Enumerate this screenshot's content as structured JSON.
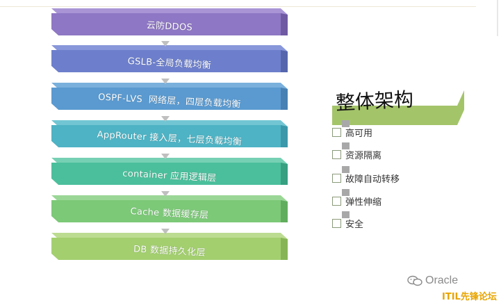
{
  "layers": [
    {
      "label": "云防DDOS",
      "front": "#8e77c4",
      "top": "#a995d6",
      "side": "#6f5aa3"
    },
    {
      "label": "GSLB-全局负载均衡",
      "front": "#6d7fcc",
      "top": "#8896da",
      "side": "#5566ad"
    },
    {
      "label": "OSPF-LVS  网络层，四层负载均衡",
      "front": "#5a9ad0",
      "top": "#7ab0dc",
      "side": "#4780b2"
    },
    {
      "label": "AppRouter 接入层，七层负载均衡",
      "front": "#4eb3c4",
      "top": "#72c6d3",
      "side": "#3a98aa"
    },
    {
      "label": "container 应用逻辑层",
      "front": "#4bbf9b",
      "top": "#76d0b4",
      "side": "#36a081"
    },
    {
      "label": "Cache 数据缓存层",
      "front": "#7cc978",
      "top": "#9ad796",
      "side": "#61ad5e"
    },
    {
      "label": "DB 数据持久化层",
      "front": "#a3cf6f",
      "top": "#bcdc91",
      "side": "#87b556"
    }
  ],
  "architecture": {
    "title": "整体架构",
    "bar_color": "#a4c46a",
    "items": [
      "高可用",
      "资源隔离",
      "故障自动转移",
      "弹性伸缩",
      "安全"
    ]
  },
  "wechat": {
    "icon": "wechat-icon",
    "label": "Oracle"
  },
  "watermark": {
    "text": "ITIL先锋论坛"
  }
}
